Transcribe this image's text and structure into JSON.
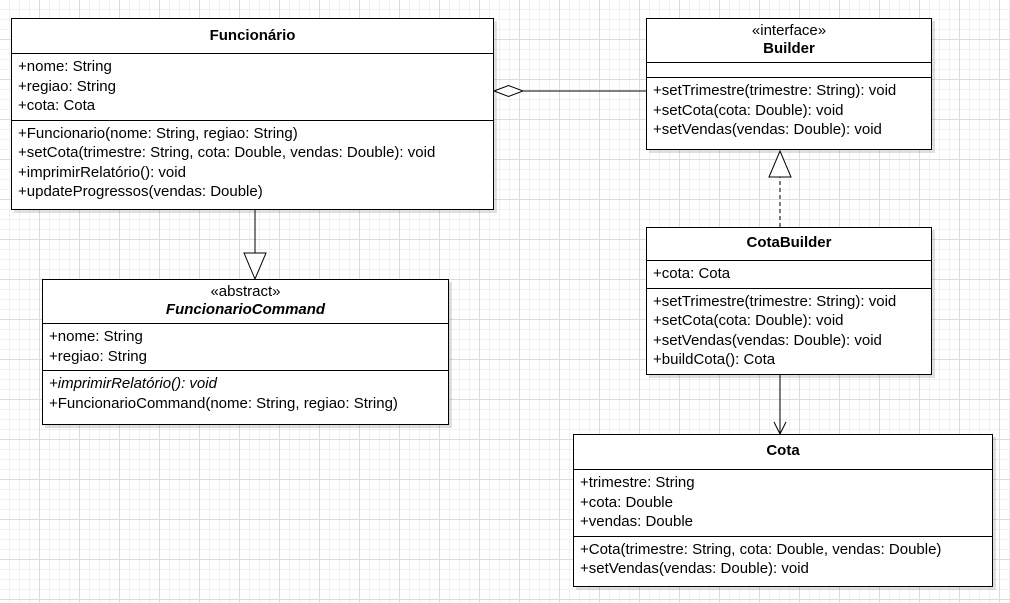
{
  "classes": {
    "funcionario": {
      "stereotype": "",
      "name": "Funcionário",
      "attributes": [
        "+nome: String",
        "+regiao: String",
        "+cota: Cota"
      ],
      "methods": [
        "+Funcionario(nome: String, regiao: String)",
        "+setCota(trimestre: String, cota: Double, vendas: Double): void",
        "+imprimirRelatório(): void",
        "+updateProgressos(vendas: Double)"
      ]
    },
    "funcionario_command": {
      "stereotype": "«abstract»",
      "name": "FuncionarioCommand",
      "attributes": [
        "+nome: String",
        "+regiao: String"
      ],
      "methods": [
        "+imprimirRelatório(): void",
        "+FuncionarioCommand(nome: String, regiao: String)"
      ]
    },
    "builder": {
      "stereotype": "«interface»",
      "name": "Builder",
      "attributes": [],
      "methods": [
        "+setTrimestre(trimestre: String): void",
        "+setCota(cota: Double): void",
        "+setVendas(vendas: Double): void"
      ]
    },
    "cota_builder": {
      "stereotype": "",
      "name": "CotaBuilder",
      "attributes": [
        "+cota: Cota"
      ],
      "methods": [
        "+setTrimestre(trimestre: String): void",
        "+setCota(cota: Double): void",
        "+setVendas(vendas: Double): void",
        "+buildCota(): Cota"
      ]
    },
    "cota": {
      "stereotype": "",
      "name": "Cota",
      "attributes": [
        "+trimestre: String",
        "+cota: Double",
        "+vendas: Double"
      ],
      "methods": [
        "+Cota(trimestre: String, cota: Double, vendas: Double)",
        "+setVendas(vendas: Double): void"
      ]
    }
  },
  "relations": [
    {
      "type": "generalization",
      "from": "Funcionário",
      "to": "FuncionarioCommand"
    },
    {
      "type": "aggregation",
      "from": "Funcionário",
      "to": "Builder"
    },
    {
      "type": "realization",
      "from": "CotaBuilder",
      "to": "Builder"
    },
    {
      "type": "association",
      "from": "CotaBuilder",
      "to": "Cota"
    }
  ]
}
